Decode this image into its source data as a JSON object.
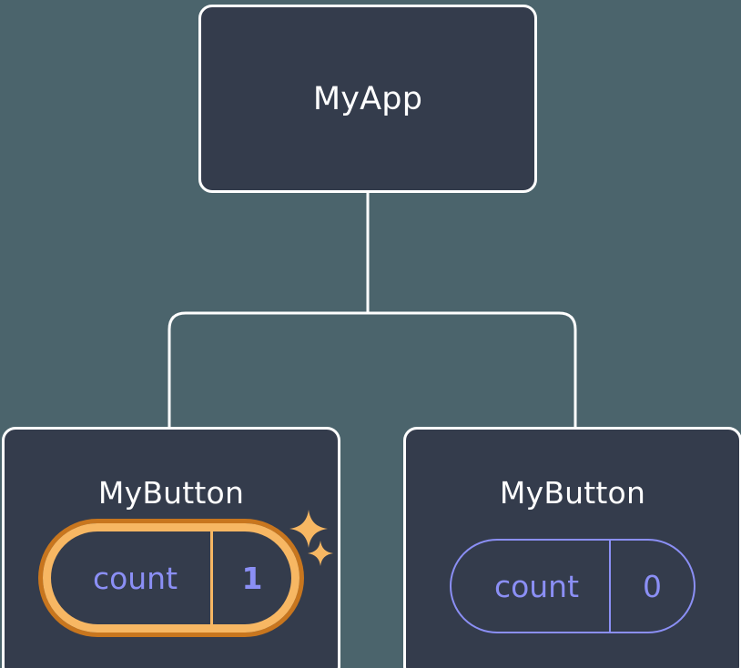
{
  "diagram": {
    "title": "React component tree with state",
    "background_color": "#4b646c",
    "node_fill_color": "#343c4c",
    "node_border_color": "#ffffff",
    "connector_color": "#ffffff",
    "state_accent_color": "#8b8ff5",
    "highlight_inner_color": "#f7b763",
    "highlight_outer_color": "#c8761e"
  },
  "root": {
    "label": "MyApp"
  },
  "children": [
    {
      "label": "MyButton",
      "state": {
        "key": "count",
        "value": "1"
      },
      "highlighted": true,
      "sparkles": [
        "sparkle-large-icon",
        "sparkle-small-icon"
      ]
    },
    {
      "label": "MyButton",
      "state": {
        "key": "count",
        "value": "0"
      },
      "highlighted": false,
      "sparkles": []
    }
  ]
}
